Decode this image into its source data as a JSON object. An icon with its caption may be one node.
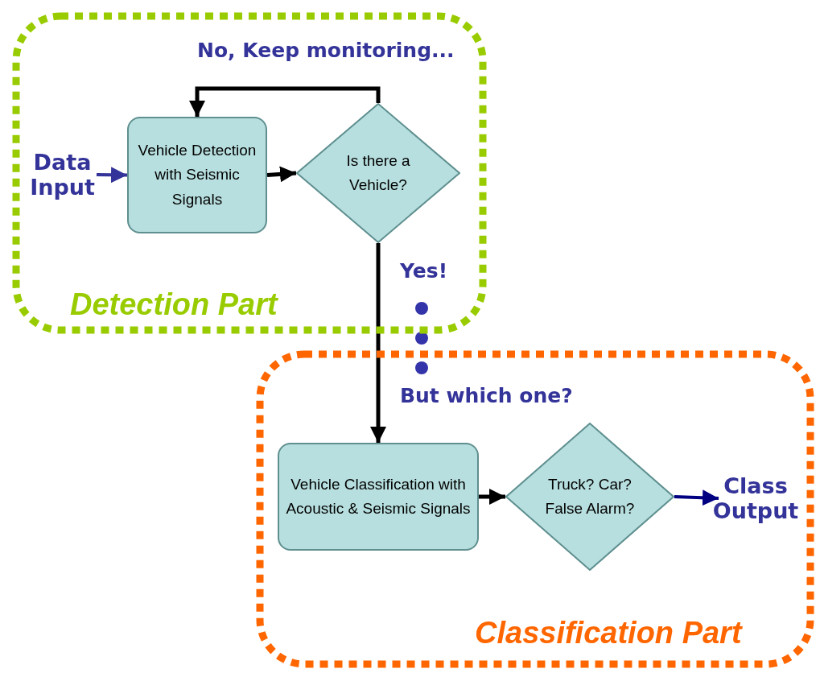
{
  "diagram": {
    "nodes": [
      {
        "text": [
          "Detection Part"
        ]
      },
      {
        "text": [
          "Data Input"
        ],
        "in": 0
      },
      {
        "text": [
          "Vehicle Detection with Seismic Signals"
        ],
        "in": 0
      },
      {
        "text": [
          "Is there a Vehicle?"
        ],
        "in": 0
      },
      {
        "text": [
          "Classification Part"
        ]
      },
      {
        "text": [
          "Vehicle Classification with Acoustic & Seismic Signals"
        ],
        "in": 4
      },
      {
        "text": [
          "Truck? Car? False Alarm?"
        ],
        "in": 4
      },
      {
        "text": [
          "Class Output"
        ],
        "in": 4
      }
    ],
    "edges": [
      {
        "from": 1,
        "to": 2,
        "arrow": "to",
        "color": "#333399"
      },
      {
        "from": 2,
        "to": 3,
        "arrow": "to"
      },
      {
        "from": 3,
        "to": 2,
        "arrow": "to",
        "label": "No, Keep monitoring..."
      },
      {
        "from": 3,
        "to": 5,
        "arrow": "to",
        "label": "Yes!"
      },
      {
        "from": 5,
        "to": 6,
        "arrow": "to"
      },
      {
        "from": 6,
        "to": 7,
        "arrow": "to",
        "color": "#000080"
      }
    ],
    "labels": [
      "But which one?"
    ]
  }
}
